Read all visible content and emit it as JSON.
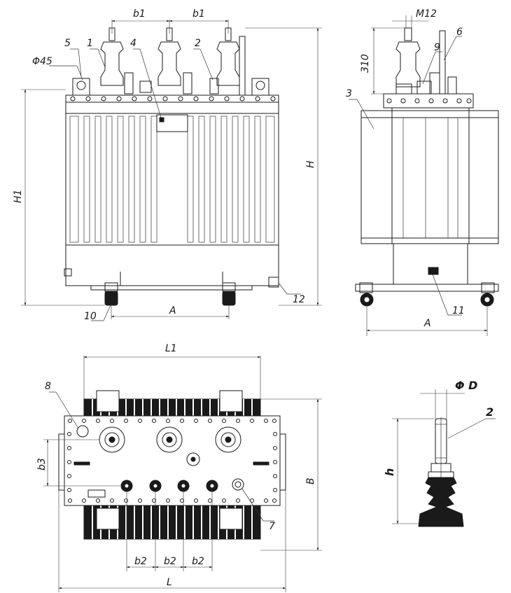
{
  "labels": {
    "b1": "b1",
    "m12": "M12",
    "phi45": "Φ45",
    "n1": "1",
    "n2": "2",
    "n3": "3",
    "n4": "4",
    "n5": "5",
    "n6": "6",
    "n7": "7",
    "n8": "8",
    "n9": "9",
    "n10": "10",
    "n11": "11",
    "n12": "12",
    "d310": "310",
    "H": "H",
    "H1": "H1",
    "A": "A",
    "L1": "L1",
    "L": "L",
    "B": "B",
    "b2": "b2",
    "b3": "b3",
    "phiD": "Φ D",
    "h": "h"
  }
}
